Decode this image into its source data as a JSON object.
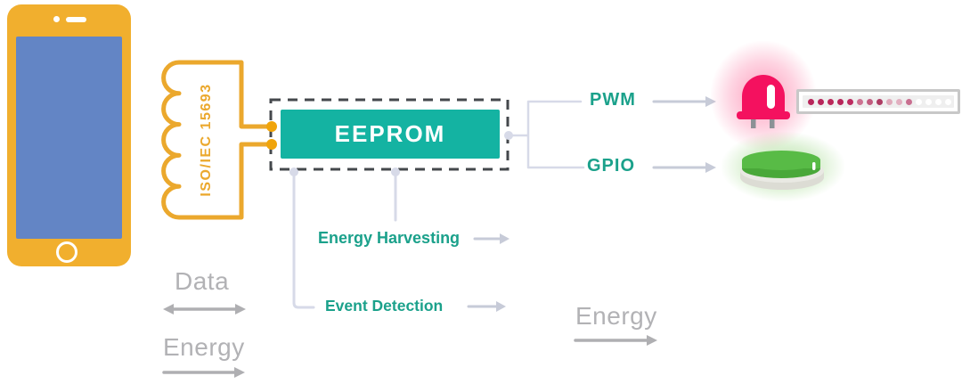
{
  "antenna": {
    "standard_label": "ISO/IEC 15693"
  },
  "eeprom": {
    "label": "EEPROM"
  },
  "outputs": [
    {
      "label": "PWM"
    },
    {
      "label": "GPIO"
    }
  ],
  "functions": [
    {
      "label": "Energy Harvesting"
    },
    {
      "label": "Event Detection"
    }
  ],
  "legend": {
    "data_label": "Data",
    "energy_label": "Energy"
  },
  "energy_flow_label": "Energy",
  "led_strip": {
    "dot_colors": [
      "#B8255A",
      "#B8255A",
      "#BB2759",
      "#B8255A",
      "#BD2C60",
      "#CD7291",
      "#C25C7F",
      "#AE3C63",
      "#E0AABB",
      "#E2AFC0",
      "#C96F90",
      "#FFFFFF",
      "#FFFFFF",
      "#FFFFFF",
      "#FFFFFF"
    ]
  },
  "colors": {
    "phone_body": "#F1AF2E",
    "phone_screen": "#6385C5",
    "antenna_yellow": "#EBA82D",
    "antenna_dot": "#F0A40A",
    "eeprom_teal": "#14B3A2",
    "label_teal": "#1BA18B",
    "connector_gray": "#D7DAE8",
    "arrow_light": "#C7CBD8",
    "arrow_gray": "#AFAFB2",
    "text_gray": "#B2B2B5",
    "led_pink": "#F4115F",
    "button_green": "#58BB46",
    "dashed_border": "#44484C"
  }
}
